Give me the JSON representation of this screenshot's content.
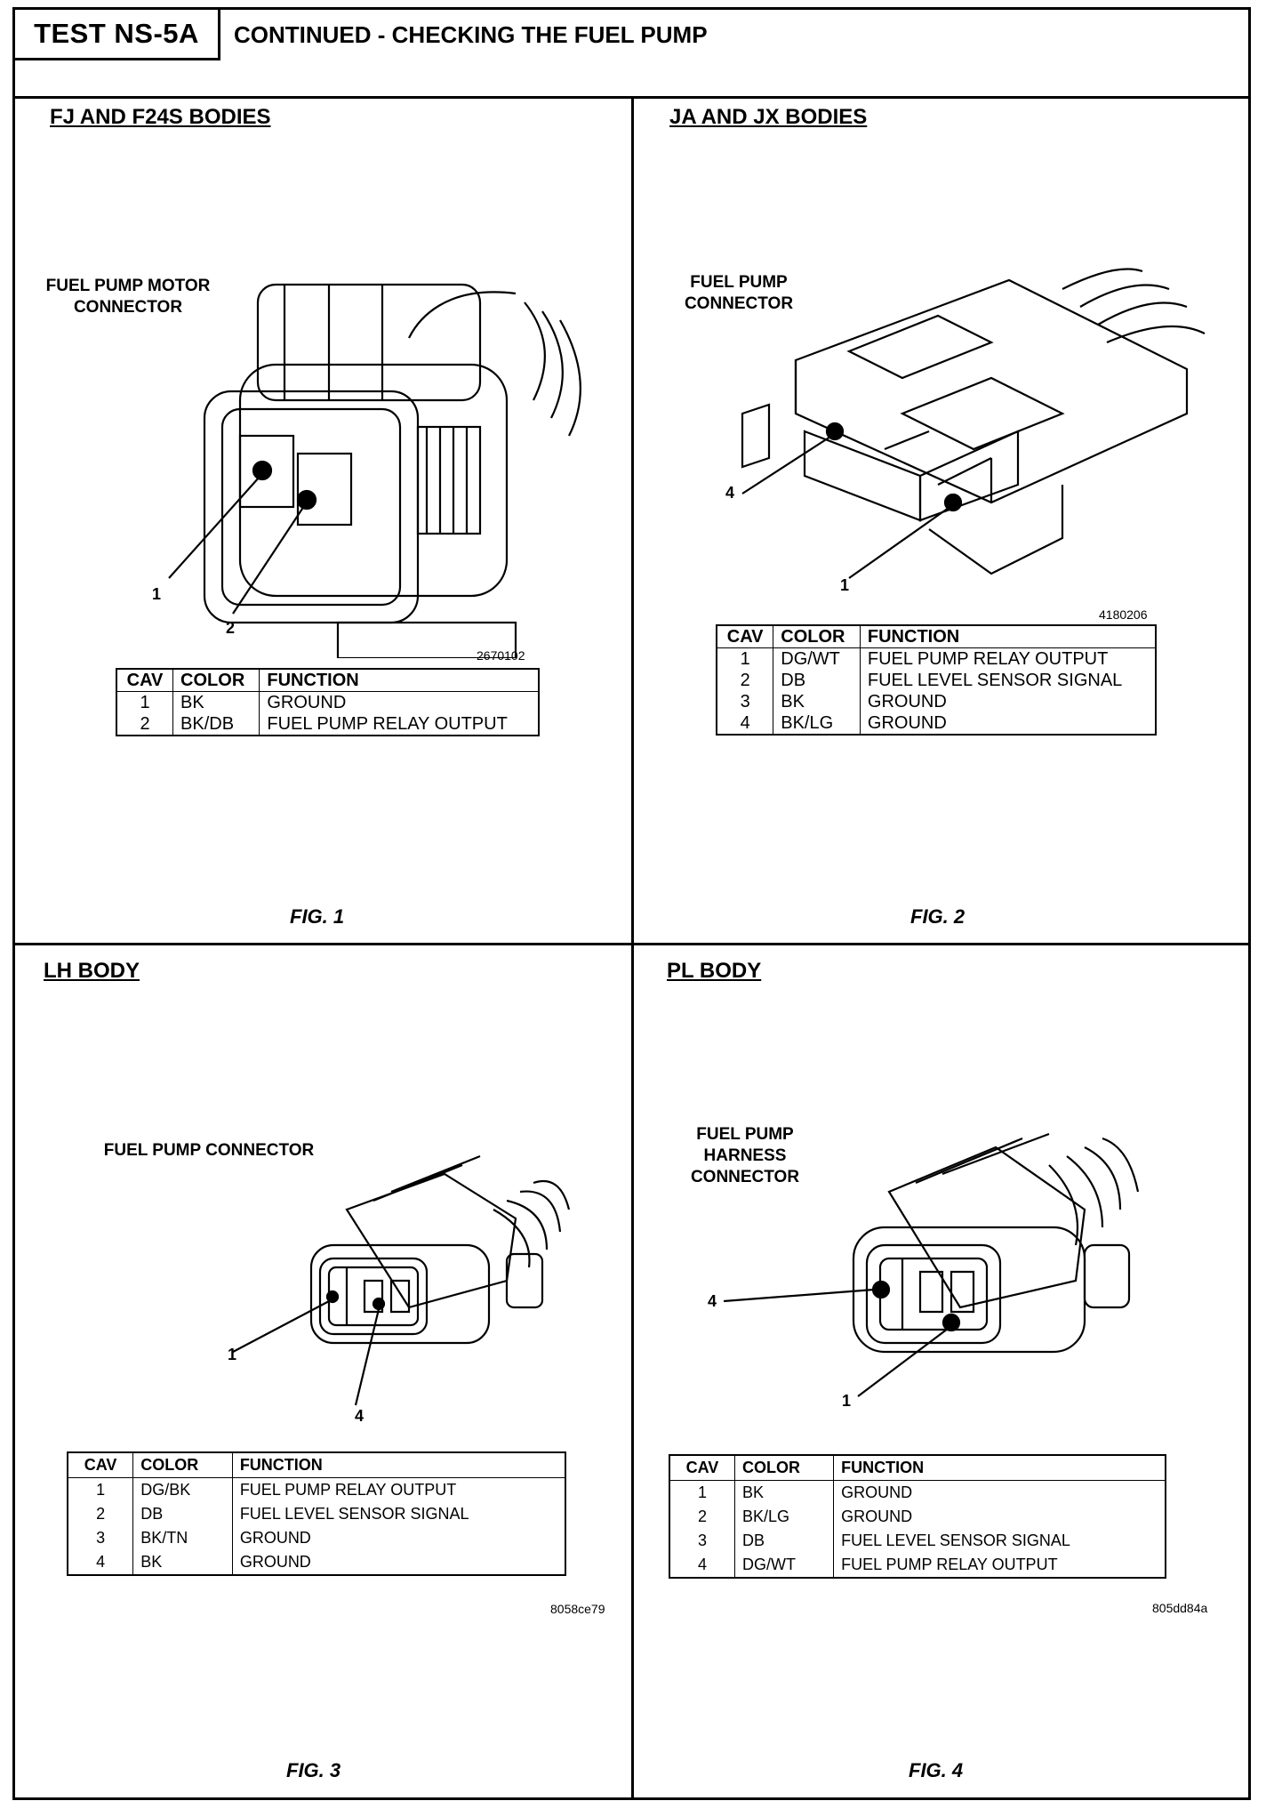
{
  "header": {
    "test_id": "TEST NS-5A",
    "title": "CONTINUED - CHECKING THE FUEL PUMP"
  },
  "figures": [
    {
      "title": "FJ AND F24S BODIES",
      "connector_label": [
        "FUEL PUMP MOTOR",
        "CONNECTOR"
      ],
      "code": "2670102",
      "callouts": [
        "1",
        "2"
      ],
      "fig": "FIG. 1",
      "columns": [
        "CAV",
        "COLOR",
        "FUNCTION"
      ],
      "rows": [
        [
          "1",
          "BK",
          "GROUND"
        ],
        [
          "2",
          "BK/DB",
          "FUEL PUMP RELAY OUTPUT"
        ]
      ]
    },
    {
      "title": "JA AND JX BODIES",
      "connector_label": [
        "FUEL PUMP",
        "CONNECTOR"
      ],
      "code": "4180206",
      "callouts": [
        "4",
        "1"
      ],
      "fig": "FIG. 2",
      "columns": [
        "CAV",
        "COLOR",
        "FUNCTION"
      ],
      "rows": [
        [
          "1",
          "DG/WT",
          "FUEL PUMP RELAY OUTPUT"
        ],
        [
          "2",
          "DB",
          "FUEL LEVEL SENSOR SIGNAL"
        ],
        [
          "3",
          "BK",
          "GROUND"
        ],
        [
          "4",
          "BK/LG",
          "GROUND"
        ]
      ]
    },
    {
      "title": "LH BODY",
      "connector_label": [
        "FUEL PUMP CONNECTOR"
      ],
      "code": "8058ce79",
      "callouts": [
        "1",
        "4"
      ],
      "fig": "FIG. 3",
      "columns": [
        "CAV",
        "COLOR",
        "FUNCTION"
      ],
      "rows": [
        [
          "1",
          "DG/BK",
          "FUEL PUMP RELAY OUTPUT"
        ],
        [
          "2",
          "DB",
          "FUEL LEVEL SENSOR SIGNAL"
        ],
        [
          "3",
          "BK/TN",
          "GROUND"
        ],
        [
          "4",
          "BK",
          "GROUND"
        ]
      ]
    },
    {
      "title": "PL BODY",
      "connector_label": [
        "FUEL PUMP",
        "HARNESS",
        "CONNECTOR"
      ],
      "code": "805dd84a",
      "callouts": [
        "4",
        "1"
      ],
      "fig": "FIG. 4",
      "columns": [
        "CAV",
        "COLOR",
        "FUNCTION"
      ],
      "rows": [
        [
          "1",
          "BK",
          "GROUND"
        ],
        [
          "2",
          "BK/LG",
          "GROUND"
        ],
        [
          "3",
          "DB",
          "FUEL LEVEL SENSOR SIGNAL"
        ],
        [
          "4",
          "DG/WT",
          "FUEL PUMP RELAY OUTPUT"
        ]
      ]
    }
  ]
}
